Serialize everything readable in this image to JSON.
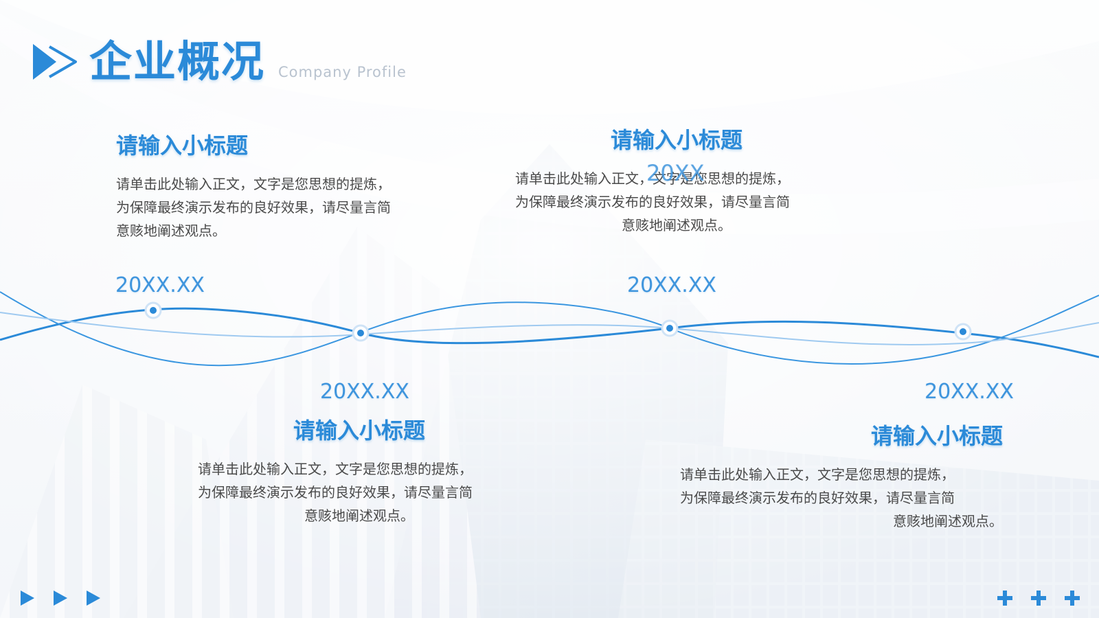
{
  "header": {
    "title": "企业概况",
    "subtitle": "Company Profile"
  },
  "milestones": [
    {
      "subtitle": "请输入小标题",
      "body_lines": [
        "请单击此处输入正文，文字是您思想的提炼，",
        "为保障最终演示发布的良好效果，请尽量言简",
        "意赅地阐述观点。"
      ],
      "date": "20XX.XX"
    },
    {
      "subtitle": "请输入小标题",
      "body_lines": [
        "请单击此处输入正文，文字是您思想的提炼，",
        "为保障最终演示发布的良好效果，请尽量言简",
        "意赅地阐述观点。"
      ],
      "date": "20XX.XX"
    },
    {
      "subtitle": "请输入小标题",
      "body_lines": [
        "请单击此处输入正文，文字是您思想的提炼，",
        "为保障最终演示发布的良好效果，请尽量言简",
        "意赅地阐述观点。"
      ],
      "date": "20XX.XX",
      "overlap_label": "20XX"
    },
    {
      "subtitle": "请输入小标题",
      "body_lines": [
        "请单击此处输入正文，文字是您思想的提炼，",
        "为保障最终演示发布的良好效果，请尽量言简",
        "意赅地阐述观点。"
      ],
      "date": "20XX.XX"
    }
  ],
  "colors": {
    "accent": "#2b8ad8",
    "accent_light": "#9fcaf0",
    "text": "#4a4a4a",
    "subtitle_gray": "#b9c3cf"
  },
  "icons": {
    "logo": "double-play-arrow-icon",
    "footer_left": "triple-play-arrow-icon",
    "footer_right": "triple-plus-icon"
  }
}
